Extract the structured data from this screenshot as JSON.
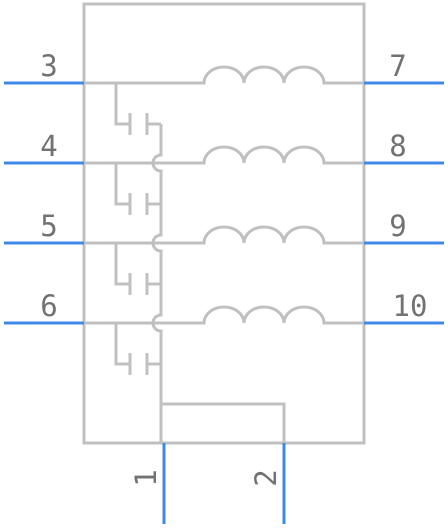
{
  "component": {
    "pins": {
      "left": [
        "3",
        "4",
        "5",
        "6"
      ],
      "right": [
        "7",
        "8",
        "9",
        "10"
      ],
      "bottom": [
        "1",
        "2"
      ]
    },
    "colors": {
      "outline": "#c0c0c0",
      "pin": "#3f88e6",
      "label": "#727272"
    }
  }
}
